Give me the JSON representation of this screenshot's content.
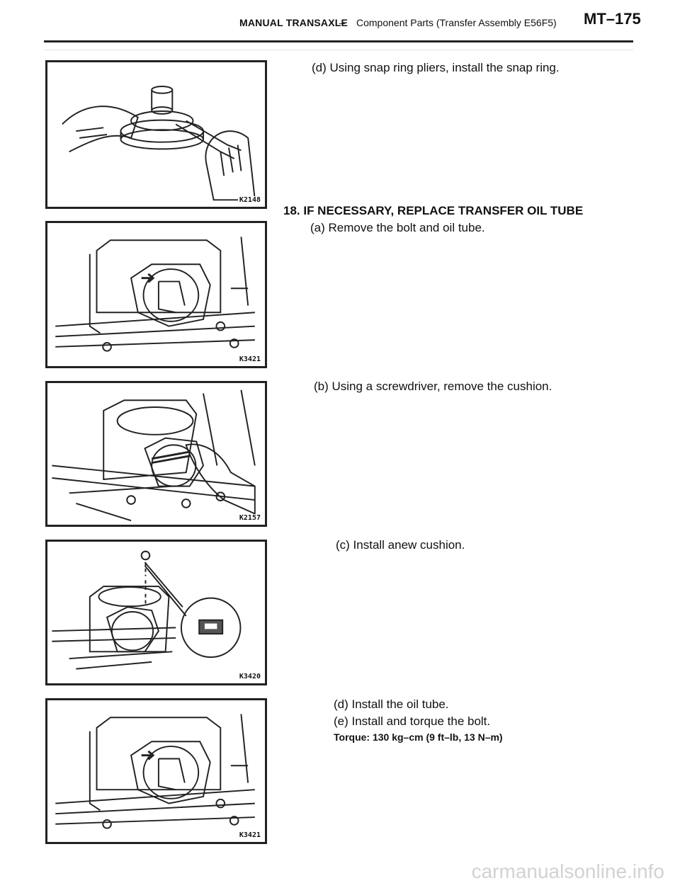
{
  "header": {
    "section": "MANUAL TRANSAXLE",
    "dash": "–",
    "subtitle": "Component Parts (Transfer Assembly E56F5)",
    "page": "MT–175"
  },
  "figures": [
    {
      "id": "K2148"
    },
    {
      "id": "K3421"
    },
    {
      "id": "K2157"
    },
    {
      "id": "K3420"
    },
    {
      "id": "K3421"
    }
  ],
  "steps": {
    "d_snap": "(d) Using snap ring pliers, install the snap ring.",
    "heading_18": "18. IF NECESSARY, REPLACE TRANSFER OIL TUBE",
    "a": "(a) Remove the bolt and oil tube.",
    "b": "(b) Using a screwdriver, remove the cushion.",
    "c": "(c) Install anew cushion.",
    "d_oil": "(d) Install the oil tube.",
    "e": "(e) Install and torque the bolt.",
    "torque": "Torque: 130 kg–cm (9 ft–lb, 13 N–m)"
  },
  "watermark": "carmanualsonline.info"
}
